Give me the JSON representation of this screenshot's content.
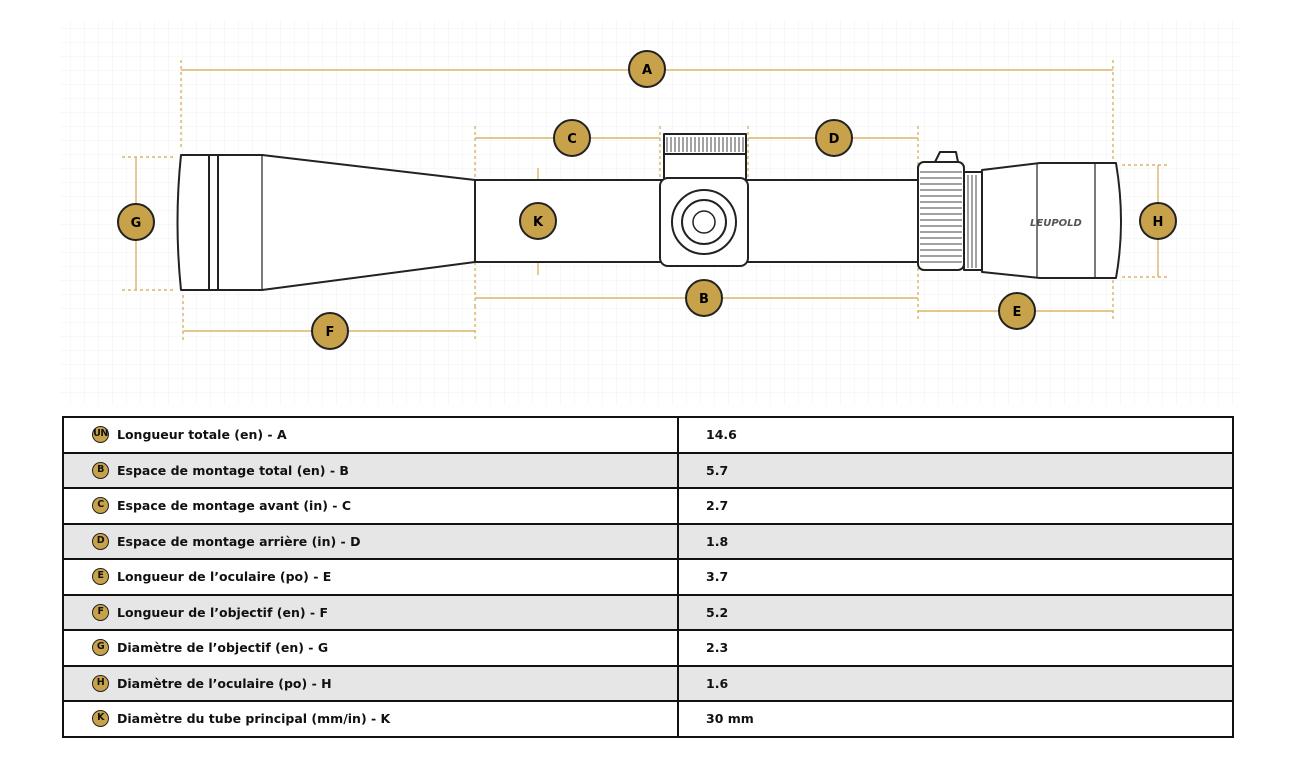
{
  "diagram": {
    "brand": "LEUPOLD",
    "dimension_labels": [
      "A",
      "B",
      "C",
      "D",
      "E",
      "F",
      "G",
      "H",
      "K"
    ]
  },
  "colors": {
    "badge_fill": "#c8a24b",
    "dimension_line": "#d9b56a",
    "outline": "#222222",
    "grid": "#f1f1f1",
    "row_alt": "#e6e6e6"
  },
  "specs": [
    {
      "badge": "UN",
      "label": "Longueur totale (en) - A",
      "value": "14.6"
    },
    {
      "badge": "B",
      "label": "Espace de montage total (en) - B",
      "value": "5.7"
    },
    {
      "badge": "C",
      "label": "Espace de montage avant (in) - C",
      "value": "2.7"
    },
    {
      "badge": "D",
      "label": "Espace de montage arrière (in) - D",
      "value": "1.8"
    },
    {
      "badge": "E",
      "label": "Longueur de l’oculaire (po) - E",
      "value": "3.7"
    },
    {
      "badge": "F",
      "label": "Longueur de l’objectif (en) - F",
      "value": "5.2"
    },
    {
      "badge": "G",
      "label": "Diamètre de l’objectif (en) - G",
      "value": "2.3"
    },
    {
      "badge": "H",
      "label": "Diamètre de l’oculaire (po) - H",
      "value": "1.6"
    },
    {
      "badge": "K",
      "label": "Diamètre du tube principal (mm/in) - K",
      "value": "30 mm"
    }
  ]
}
